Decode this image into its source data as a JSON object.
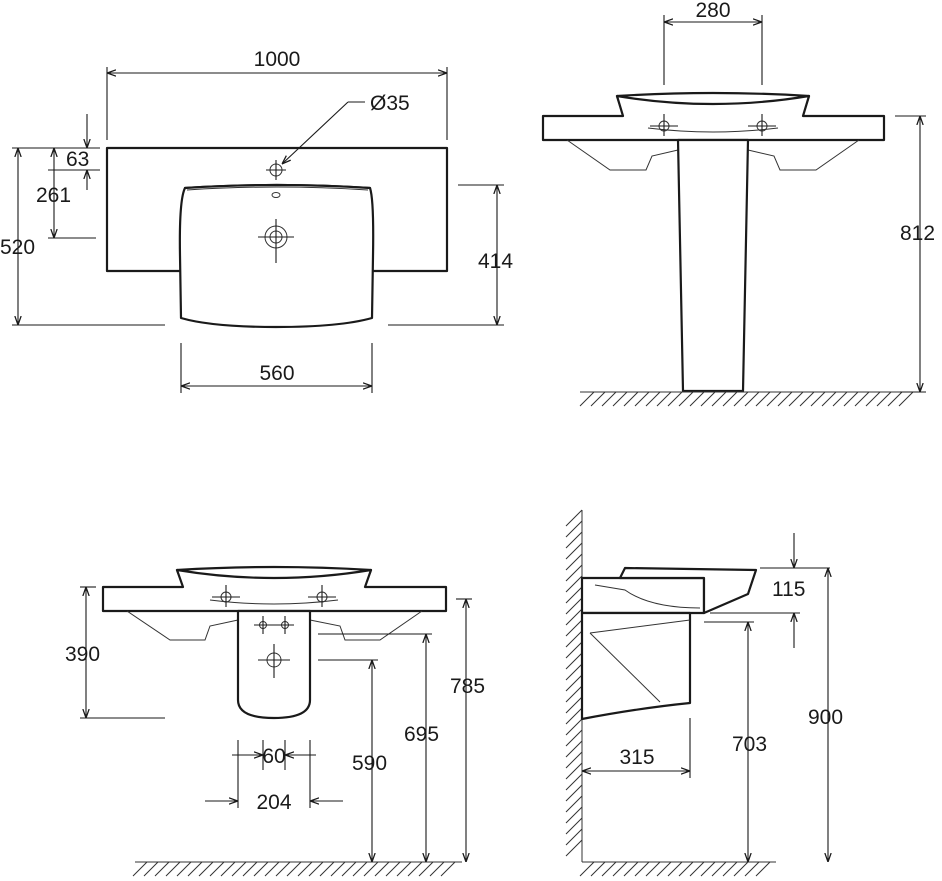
{
  "views": {
    "top": {
      "width_total": "1000",
      "hole_diameter": "Ø35",
      "depth_total": "520",
      "offset_63": "63",
      "offset_261": "261",
      "bowl_depth": "414",
      "bowl_width": "560"
    },
    "pedestal_front": {
      "tap_spacing": "280",
      "height": "812"
    },
    "wall_front": {
      "height_390": "390",
      "height_785": "785",
      "height_695": "695",
      "height_590": "590",
      "spacing_60": "60",
      "spacing_204": "204"
    },
    "side": {
      "rim_115": "115",
      "projection_315": "315",
      "height_703": "703",
      "height_900": "900"
    }
  },
  "colors": {
    "line": "#1a1a1a",
    "background": "#ffffff"
  }
}
